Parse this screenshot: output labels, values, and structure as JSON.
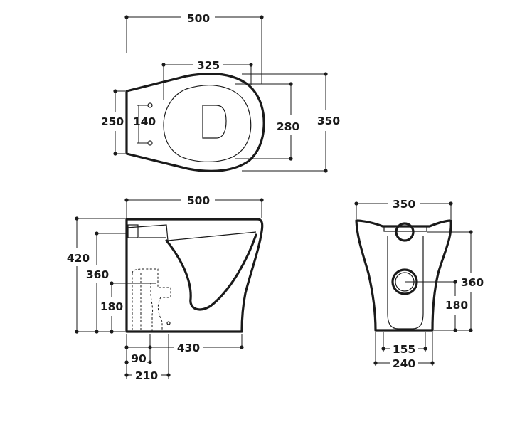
{
  "top_view": {
    "overall_length": "500",
    "bowl_length": "325",
    "rear_width": "250",
    "fixing_spacing": "140",
    "bowl_width": "280",
    "overall_width": "350"
  },
  "side_view": {
    "overall_length": "500",
    "overall_height": "420",
    "rim_height": "360",
    "outlet_height": "180",
    "outlet_offset": "90",
    "wall_to_front": "430",
    "outlet_to_fixing": "210"
  },
  "rear_view": {
    "overall_width": "350",
    "rim_height": "360",
    "outlet_height": "180",
    "fixing_spacing": "155",
    "base_width": "240"
  }
}
